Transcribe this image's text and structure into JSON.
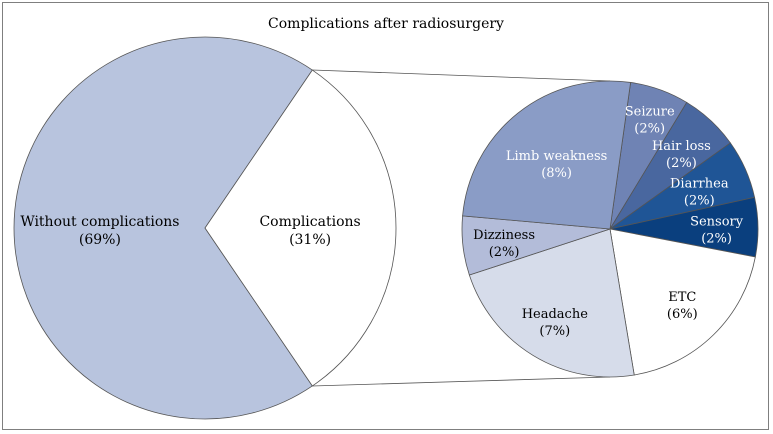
{
  "chart_data": {
    "type": "pie",
    "title": "Complications after radiosurgery",
    "main": {
      "slices": [
        {
          "label": "Without complications",
          "value_label": "(69%)",
          "value": 69,
          "color": "#b8c4de"
        },
        {
          "label": "Complications",
          "value_label": "(31%)",
          "value": 31,
          "color": "#ffffff"
        }
      ]
    },
    "breakdown": {
      "of": "Complications",
      "slices": [
        {
          "label": "Seizure",
          "value_label": "(2%)",
          "value": 2,
          "color": "#6f83b4"
        },
        {
          "label": "Hair loss",
          "value_label": "(2%)",
          "value": 2,
          "color": "#49679f"
        },
        {
          "label": "Diarrhea",
          "value_label": "(2%)",
          "value": 2,
          "color": "#1f5596"
        },
        {
          "label": "Sensory",
          "value_label": "(2%)",
          "value": 2,
          "color": "#0a3f7e"
        },
        {
          "label": "ETC",
          "value_label": "(6%)",
          "value": 6,
          "color": "#ffffff"
        },
        {
          "label": "Headache",
          "value_label": "(7%)",
          "value": 7,
          "color": "#d6dcea"
        },
        {
          "label": "Dizziness",
          "value_label": "(2%)",
          "value": 2,
          "color": "#b3bcd9"
        },
        {
          "label": "Limb weakness",
          "value_label": "(8%)",
          "value": 8,
          "color": "#8a9cc6"
        }
      ]
    }
  }
}
